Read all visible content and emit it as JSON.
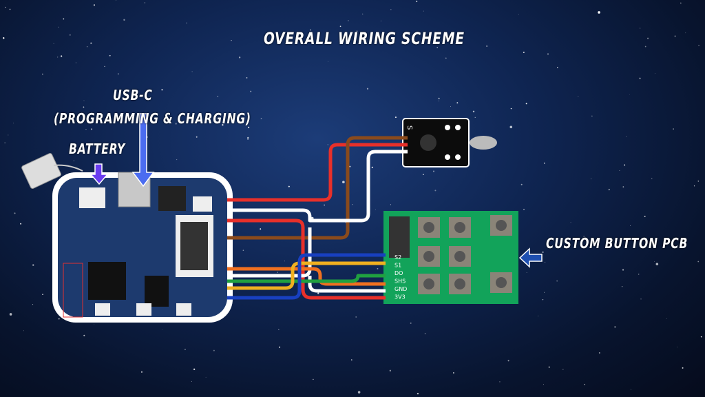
{
  "title": "OVERALL WIRING SCHEME",
  "labels": {
    "usb_c": "USB-C",
    "usb_c_sub": "(PROGRAMMING & CHARGING)",
    "battery": "BATTERY",
    "button_pcb": "CUSTOM BUTTON PCB"
  },
  "button_pcb_pins": [
    "S2",
    "S1",
    "DO",
    "SHS",
    "GND",
    "3V3"
  ],
  "sensor_pins": [
    "S",
    "",
    "-"
  ],
  "colors": {
    "arrow_usb": "#4b6cf0",
    "arrow_battery": "#6a3df0",
    "arrow_pcb": "#1e4fb0",
    "pcb_green": "#12a35a",
    "wire_red": "#e8302a",
    "wire_white": "#ffffff",
    "wire_brown": "#8a4a1c",
    "wire_orange": "#f07020",
    "wire_green": "#20a040",
    "wire_yellow": "#f0b020",
    "wire_blue": "#1840c0"
  }
}
